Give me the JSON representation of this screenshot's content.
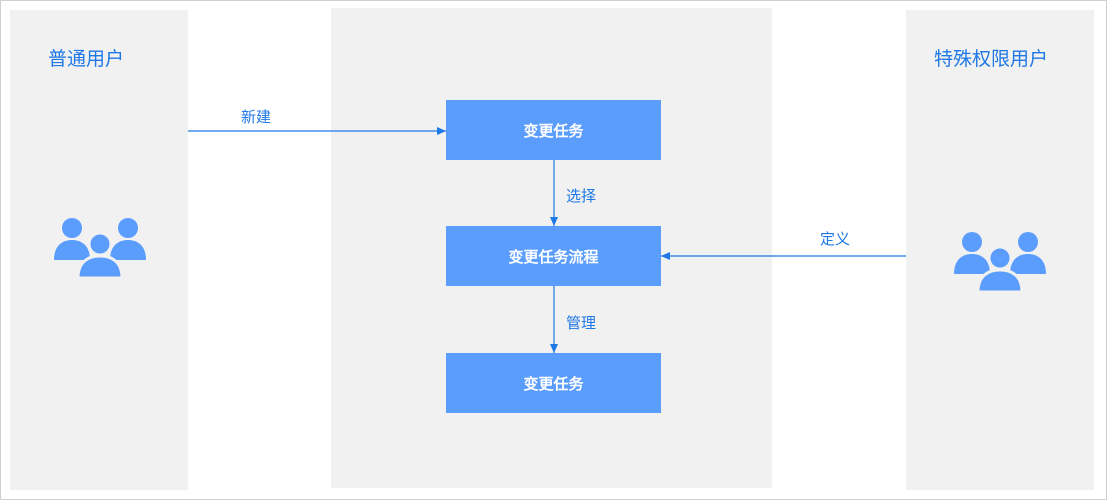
{
  "left_panel": {
    "title": "普通用户",
    "icon": "user-group-icon"
  },
  "right_panel": {
    "title": "特殊权限用户",
    "icon": "user-group-icon"
  },
  "nodes": {
    "task_top": "变更任务",
    "task_flow": "变更任务流程",
    "task_bottom": "变更任务"
  },
  "edges": {
    "create": "新建",
    "select": "选择",
    "manage": "管理",
    "define": "定义"
  },
  "colors": {
    "accent": "#1e78e6",
    "box_fill": "#5b9dfc",
    "icon_fill": "#5b9dfc",
    "panel_bg": "#f1f1f1",
    "frame_border": "#cfcfcf"
  }
}
